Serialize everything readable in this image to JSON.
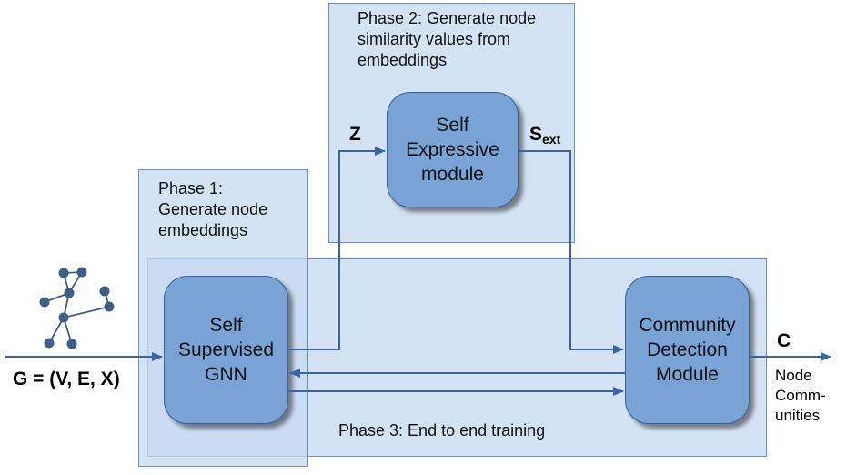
{
  "colors": {
    "phase_fill": "#c6d9f0",
    "phase_border": "#6f8fc4",
    "module_fill": "#7aa3d5",
    "module_border": "#3d5f94",
    "arrow": "#3a63a8",
    "graph_node": "#3f5e86"
  },
  "phases": {
    "phase1": "Phase 1:\nGenerate node\nembeddings",
    "phase2": "Phase 2: Generate node\nsimilarity values from\nembeddings",
    "phase3": "Phase 3: End to end training"
  },
  "modules": {
    "gnn": "Self\nSupervised\nGNN",
    "self_expressive": "Self\nExpressive\nmodule",
    "community": "Community\nDetection\nModule"
  },
  "labels": {
    "input": "G = (V, E, X)",
    "z": "Z",
    "s_main": "S",
    "s_sub": "ext",
    "c": "C",
    "node_communities": "Node\nComm-\nunities"
  }
}
